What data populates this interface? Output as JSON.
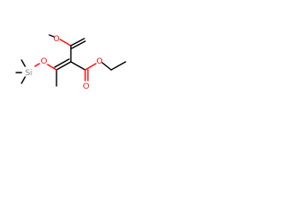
{
  "molecule": {
    "atoms": {
      "o_methoxy": "O",
      "o_silyl": "O",
      "si": "Si",
      "o_carbonyl": "O",
      "o_ester": "O"
    },
    "colors": {
      "oxygen": "#ff0d0d",
      "silicon": "#808080",
      "bond": "#000000"
    }
  }
}
